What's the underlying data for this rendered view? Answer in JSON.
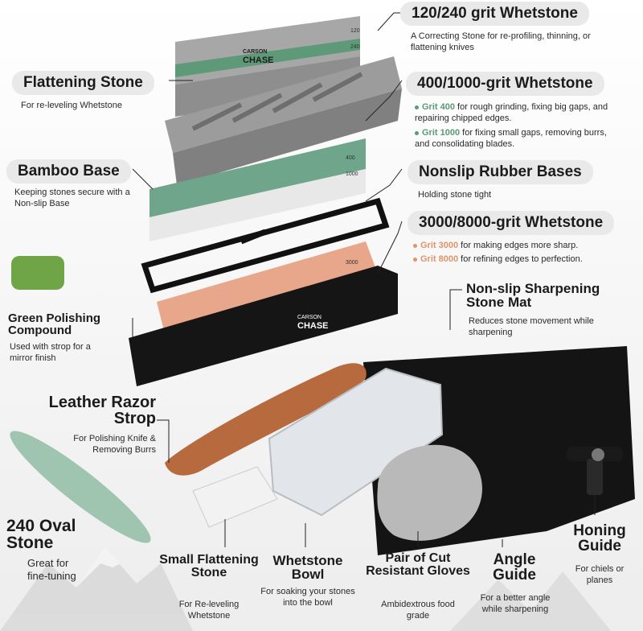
{
  "labels": {
    "whetstone_120_240": {
      "title": "120/240 grit Whetstone",
      "desc": "A Correcting Stone for re-profiling, thinning, or flattening knives"
    },
    "flattening_stone": {
      "title": "Flattening Stone",
      "desc": "For re-leveling Whetstone"
    },
    "whetstone_400_1000": {
      "title": "400/1000-grit Whetstone",
      "b1_grit": "Grit 400",
      "b1_text": " for rough grinding, fixing big gaps, and repairing chipped edges.",
      "b2_grit": "Grit 1000",
      "b2_text": " for fixing small gaps, removing burrs, and consolidating blades."
    },
    "bamboo_base": {
      "title": "Bamboo Base",
      "desc": "Keeping stones secure with a Non-slip Base"
    },
    "nonslip_bases": {
      "title": "Nonslip Rubber Bases",
      "desc": "Holding stone tight"
    },
    "whetstone_3000_8000": {
      "title": "3000/8000-grit Whetstone",
      "b1_grit": "Grit 3000",
      "b1_text": " for making edges more sharp.",
      "b2_grit": "Grit 8000",
      "b2_text": " for refining edges to perfection."
    },
    "green_compound": {
      "title": "Green Polishing Compound",
      "desc": "Used with strop for a mirror finish"
    },
    "stone_mat": {
      "title": "Non-slip Sharpening Stone Mat",
      "desc": "Reduces stone movement while sharpening"
    },
    "leather_strop": {
      "title": "Leather Razor Strop",
      "desc": "For Polishing Knife & Removing Burrs"
    },
    "oval_stone": {
      "title": "240 Oval Stone",
      "desc": "Great for fine-tuning"
    },
    "small_flattening": {
      "title": "Small Flattening Stone",
      "desc": "For Re-leveling Whetstone"
    },
    "whetstone_bowl": {
      "title": "Whetstone Bowl",
      "desc": "For soaking your stones into the bowl"
    },
    "gloves": {
      "title": "Pair of Cut Resistant Gloves",
      "desc": "Ambidextrous food grade"
    },
    "angle_guide": {
      "title": "Angle Guide",
      "desc": "For a better angle while sharpening"
    },
    "honing_guide": {
      "title": "Honing Guide",
      "desc": "For chiels or planes"
    }
  },
  "stone_marks": {
    "g120": "120",
    "g240": "240",
    "g400": "400",
    "g1000": "1000",
    "g3000": "3000"
  },
  "brand": {
    "line1": "CARSON",
    "line2": "CHASE"
  },
  "colors": {
    "accent_green": "#5b9a78",
    "accent_orange": "#e0946a",
    "stone_grey": "#8f8f8f",
    "stone_green": "#6fa58a",
    "stone_peach": "#e8a68a",
    "base_black": "#151515"
  }
}
